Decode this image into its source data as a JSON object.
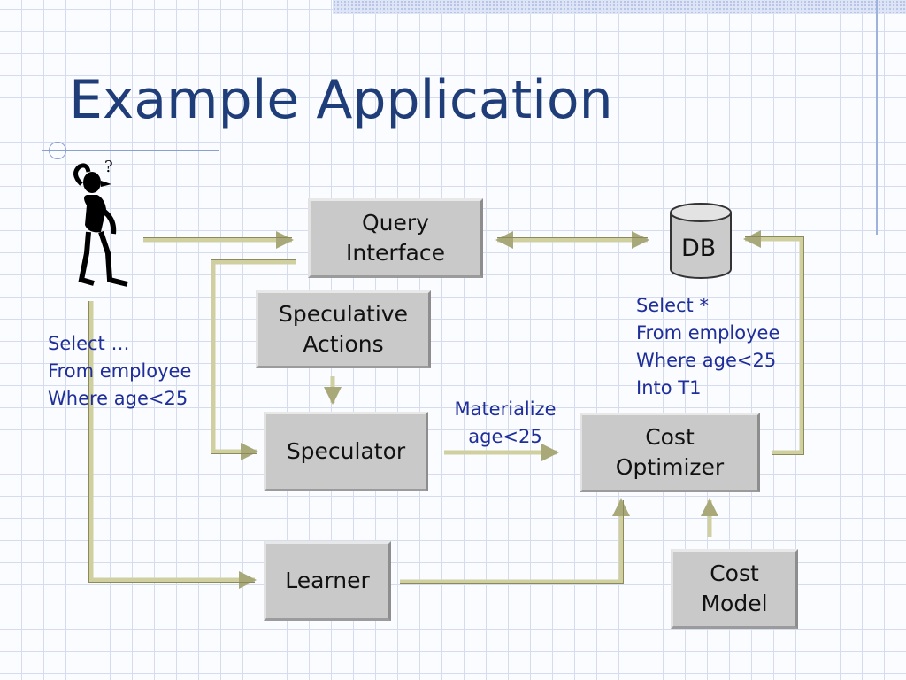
{
  "slide": {
    "title": "Example Application"
  },
  "diagram": {
    "boxes": {
      "query_interface": [
        "Query",
        "Interface"
      ],
      "speculative_actions": [
        "Speculative",
        "Actions"
      ],
      "speculator": "Speculator",
      "learner": "Learner",
      "cost_optimizer": [
        "Cost",
        "Optimizer"
      ],
      "cost_model": [
        "Cost",
        "Model"
      ],
      "db": "DB"
    },
    "labels": {
      "user_query": [
        "Select …",
        "From employee",
        "Where age<25"
      ],
      "db_query": [
        "Select *",
        "From employee",
        "Where age<25",
        "Into T1"
      ],
      "materialize": [
        "Materialize",
        "age<25"
      ]
    }
  }
}
